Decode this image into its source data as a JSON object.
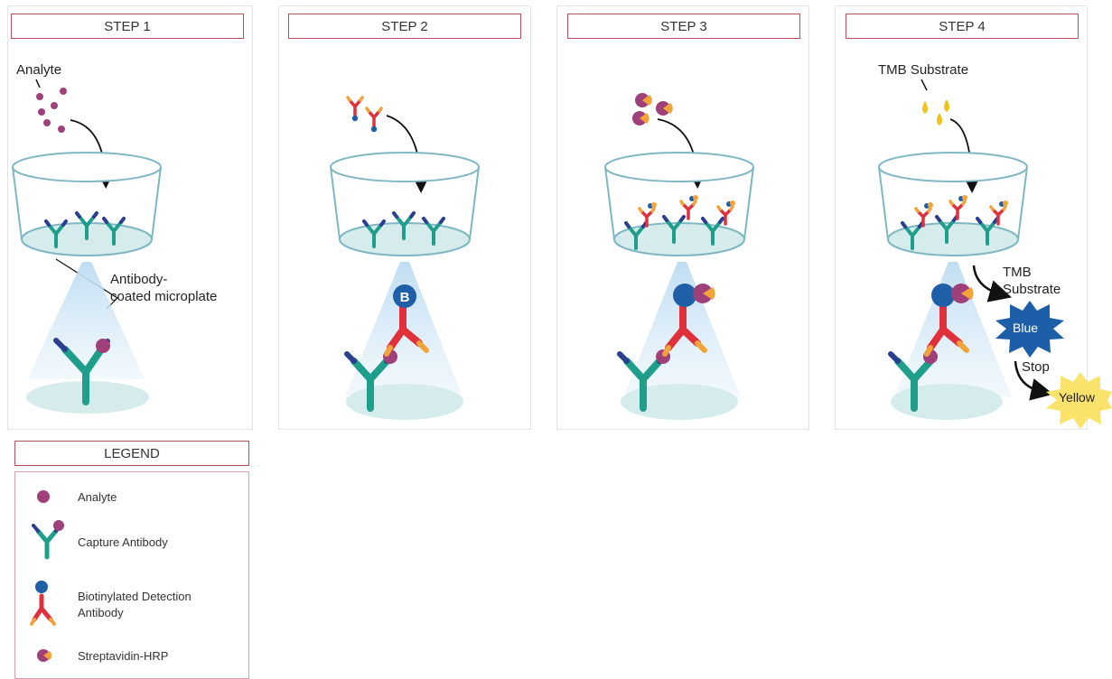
{
  "steps": [
    {
      "label": "STEP 1"
    },
    {
      "label": "STEP 2"
    },
    {
      "label": "STEP 3"
    },
    {
      "label": "STEP 4"
    }
  ],
  "annotations": {
    "analyte": "Analyte",
    "antibody_coated_line1": "Antibody-",
    "antibody_coated_line2": "coated microplate",
    "tmb_substrate_top": "TMB Substrate",
    "tmb_substrate_side_line1": "TMB",
    "tmb_substrate_side_line2": "Substrate",
    "blue": "Blue",
    "stop": "Stop",
    "yellow": "Yellow",
    "biotin_mark": "B"
  },
  "legend": {
    "title": "LEGEND",
    "items": [
      {
        "icon": "analyte-icon",
        "label": "Analyte"
      },
      {
        "icon": "capture-antibody-icon",
        "label": "Capture Antibody"
      },
      {
        "icon": "detection-antibody-icon",
        "label_line1": "Biotinylated Detection",
        "label_line2": "Antibody"
      },
      {
        "icon": "streptavidin-hrp-icon",
        "label": "Streptavidin-HRP"
      }
    ]
  },
  "colors": {
    "frame": "#b9505c",
    "capture_antibody": "#1f9e8c",
    "capture_antibody_tip": "#2a3f8f",
    "detection_antibody": "#e0303a",
    "detection_antibody_tip": "#f2a43a",
    "analyte": "#a0407a",
    "biotin": "#1f5fa8",
    "hrp": "#f2a43a",
    "tmb_drop": "#f2c21c",
    "blue_burst": "#1d5ea8",
    "yellow_burst": "#fbe36b",
    "plate": "#dbeeee"
  }
}
